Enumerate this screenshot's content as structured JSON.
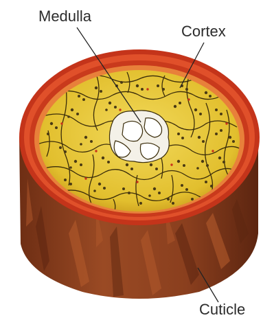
{
  "labels": {
    "medulla": "Medulla",
    "cortex": "Cortex",
    "cuticle": "Cuticle"
  },
  "colors": {
    "cuticle_brown": "#8a3f1e",
    "cuticle_dark": "#5c2510",
    "rim_red": "#d43a1c",
    "cortex_yellow": "#e8c83a",
    "medulla_white": "#f4f1e8",
    "pigment_dark": "#4a3a14",
    "leader_line": "#222222"
  }
}
